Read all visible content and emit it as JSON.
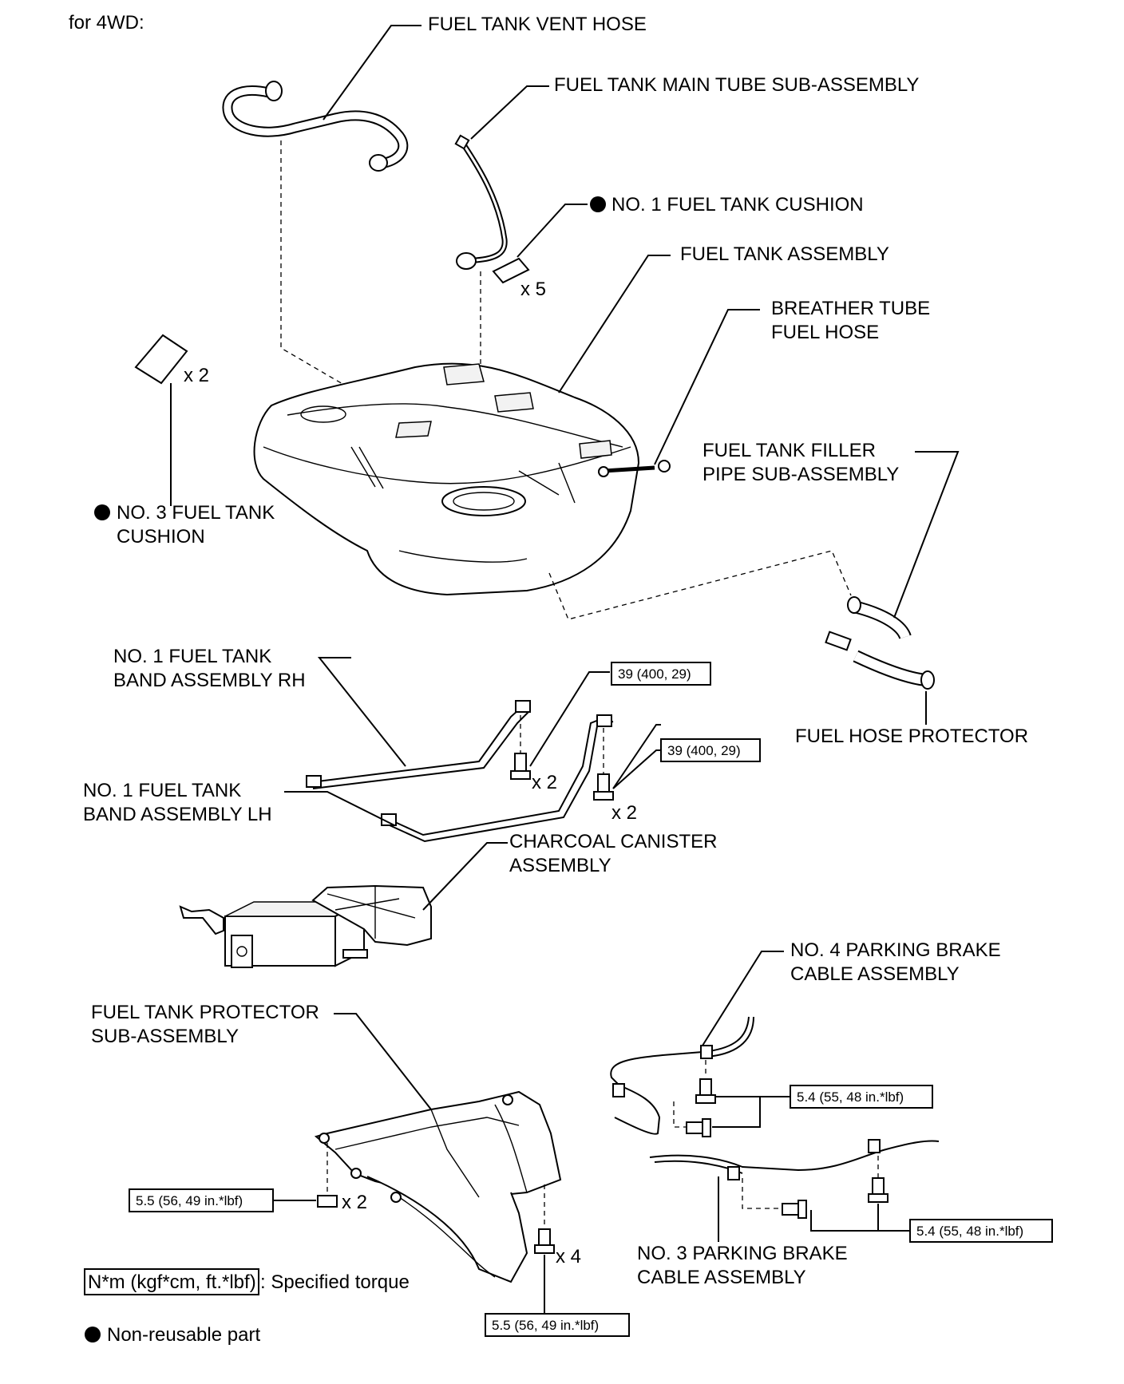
{
  "variant": "for 4WD:",
  "labels": {
    "vent_hose": "FUEL TANK VENT HOSE",
    "main_tube": "FUEL TANK MAIN TUBE SUB-ASSEMBLY",
    "cushion1": "NO. 1 FUEL TANK CUSHION",
    "tank": "FUEL TANK ASSEMBLY",
    "breather_1": "BREATHER TUBE",
    "breather_2": "FUEL HOSE",
    "cushion3_1": "NO. 3 FUEL TANK",
    "cushion3_2": "CUSHION",
    "filler_1": "FUEL TANK FILLER",
    "filler_2": "PIPE SUB-ASSEMBLY",
    "band_rh_1": "NO. 1 FUEL TANK",
    "band_rh_2": "BAND ASSEMBLY RH",
    "band_lh_1": "NO. 1 FUEL TANK",
    "band_lh_2": "BAND ASSEMBLY LH",
    "hose_protector": "FUEL HOSE PROTECTOR",
    "canister_1": "CHARCOAL CANISTER",
    "canister_2": "ASSEMBLY",
    "protector_1": "FUEL TANK PROTECTOR",
    "protector_2": "SUB-ASSEMBLY",
    "pb4_1": "NO. 4 PARKING BRAKE",
    "pb4_2": "CABLE ASSEMBLY",
    "pb3_1": "NO. 3 PARKING BRAKE",
    "pb3_2": "CABLE ASSEMBLY"
  },
  "quantities": {
    "cushion1": "x 5",
    "cushion3": "x 2",
    "band_rh_bolt": "x 2",
    "band_lh_bolt": "x 2",
    "protector_nut": "x 2",
    "protector_bolt": "x 4"
  },
  "torques": {
    "band_rh": "39 (400, 29)",
    "band_lh": "39 (400, 29)",
    "pb4": "5.4 (55, 48 in.*lbf)",
    "pb3": "5.4 (55, 48 in.*lbf)",
    "protector_nut": "5.5 (56, 49 in.*lbf)",
    "protector_bolt": "5.5 (56, 49 in.*lbf)"
  },
  "legend": {
    "torque_box": "N*m (kgf*cm, ft.*lbf)",
    "torque_text": ": Specified torque",
    "nonreusable": "Non-reusable part"
  }
}
